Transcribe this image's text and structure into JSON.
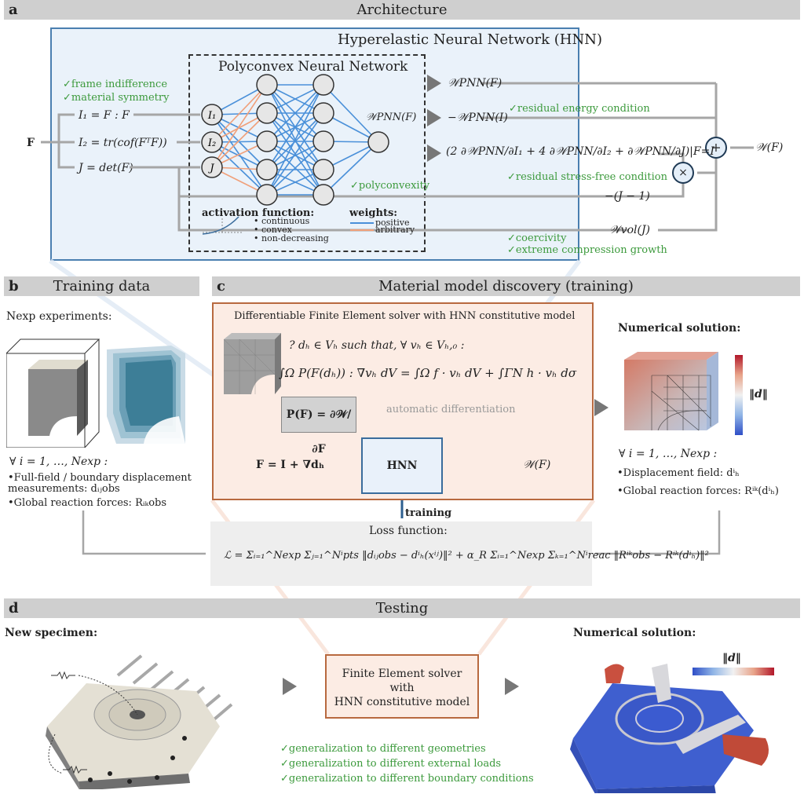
{
  "panels": {
    "a": {
      "letter": "a",
      "title": "Architecture"
    },
    "b": {
      "letter": "b",
      "title": "Training data"
    },
    "c": {
      "letter": "c",
      "title": "Material model discovery (training)"
    },
    "d": {
      "letter": "d",
      "title": "Testing"
    }
  },
  "architecture": {
    "hnn_title": "Hyperelastic Neural Network (HNN)",
    "pnn_title": "Polyconvex Neural Network",
    "input": "F",
    "checks_top": [
      "frame indifference",
      "material symmetry"
    ],
    "invariants": [
      "I₁ = F : F",
      "I₂ = tr(cof(FᵀF))",
      "J = det(F)"
    ],
    "input_nodes": [
      "I₁",
      "I₂",
      "J"
    ],
    "pnn_output": "𝒲PNN(F)",
    "polyconvexity_check": "polyconvexity",
    "activation_title": "activation function:",
    "activation_props": [
      "continuous",
      "convex",
      "non-decreasing"
    ],
    "weights_title": "weights:",
    "weights_legend": [
      {
        "label": "positive",
        "color": "#4a90d9"
      },
      {
        "label": "arbitrary",
        "color": "#f0a07a"
      }
    ],
    "terms": {
      "t1": "𝒲PNN(F)",
      "t2": "−𝒲PNN(I)",
      "t2_check": "residual energy condition",
      "t3": "(2 ∂𝒲PNN/∂I₁ + 4 ∂𝒲PNN/∂I₂ + ∂𝒲PNN/∂J)|F=I",
      "t3_check": "residual stress-free condition",
      "t4": "−(J − 1)",
      "t5": "𝒲vol(J)",
      "t5_checks": [
        "coercivity",
        "extreme compression growth"
      ]
    },
    "plus_symbol": "+",
    "times_symbol": "×",
    "output": "𝒲(F)"
  },
  "training_data": {
    "heading": "Nexp experiments:",
    "forall": "∀ i = 1, …, Nexp :",
    "bullets": [
      "Full-field / boundary displacement measurements: dᵢⱼobs",
      "Global reaction forces: Rᵢₖobs"
    ]
  },
  "discovery": {
    "fe_title": "Differentiable Finite Element solver with HNN constitutive model",
    "weak_form_q": "? dₕ ∈ Vₕ such that, ∀ vₕ ∈ Vₕ,₀ :",
    "weak_form": "∫Ω P(F(dₕ)) : ∇vₕ dV = ∫Ω f · vₕ dV + ∫ΓN h · vₕ dσ",
    "stress": "P(F) = ∂𝒲/∂F",
    "autodiff": "automatic differentiation",
    "deformation": "F = I + ∇dₕ",
    "hnn_label": "HNN",
    "energy": "𝒲(F)",
    "training_label": "training",
    "loss_title": "Loss function:",
    "loss_formula": "ℒ = Σᵢ₌₁^Nexp Σⱼ₌₁^Nⁱpts ‖dᵢⱼobs − dⁱₕ(xⁱʲ)‖² + α_R Σᵢ₌₁^Nexp Σₖ₌₁^Nⁱreac ‖Rⁱᵏobs − Rⁱᵏ(dⁱₕ)‖²"
  },
  "numerical_solution": {
    "heading": "Numerical solution:",
    "colorbar_label": "‖d‖",
    "forall": "∀ i = 1, …, Nexp :",
    "bullets": [
      "Displacement field: dⁱₕ",
      "Global reaction forces: Rⁱᵏ(dⁱₕ)"
    ]
  },
  "testing": {
    "new_specimen": "New specimen:",
    "solver_lines": [
      "Finite Element solver",
      "with",
      "HNN constitutive model"
    ],
    "checks": [
      "generalization to different geometries",
      "generalization to different external loads",
      "generalization to different boundary conditions"
    ],
    "numerical_solution": "Numerical solution:",
    "colorbar_label": "‖d‖"
  },
  "colors": {
    "banner": "#cfcfcf",
    "hnn_bg": "#eaf2fa",
    "hnn_border": "#4a7fb0",
    "fe_bg": "#fcece4",
    "fe_border": "#b8693f",
    "check_green": "#3c9a3c"
  }
}
